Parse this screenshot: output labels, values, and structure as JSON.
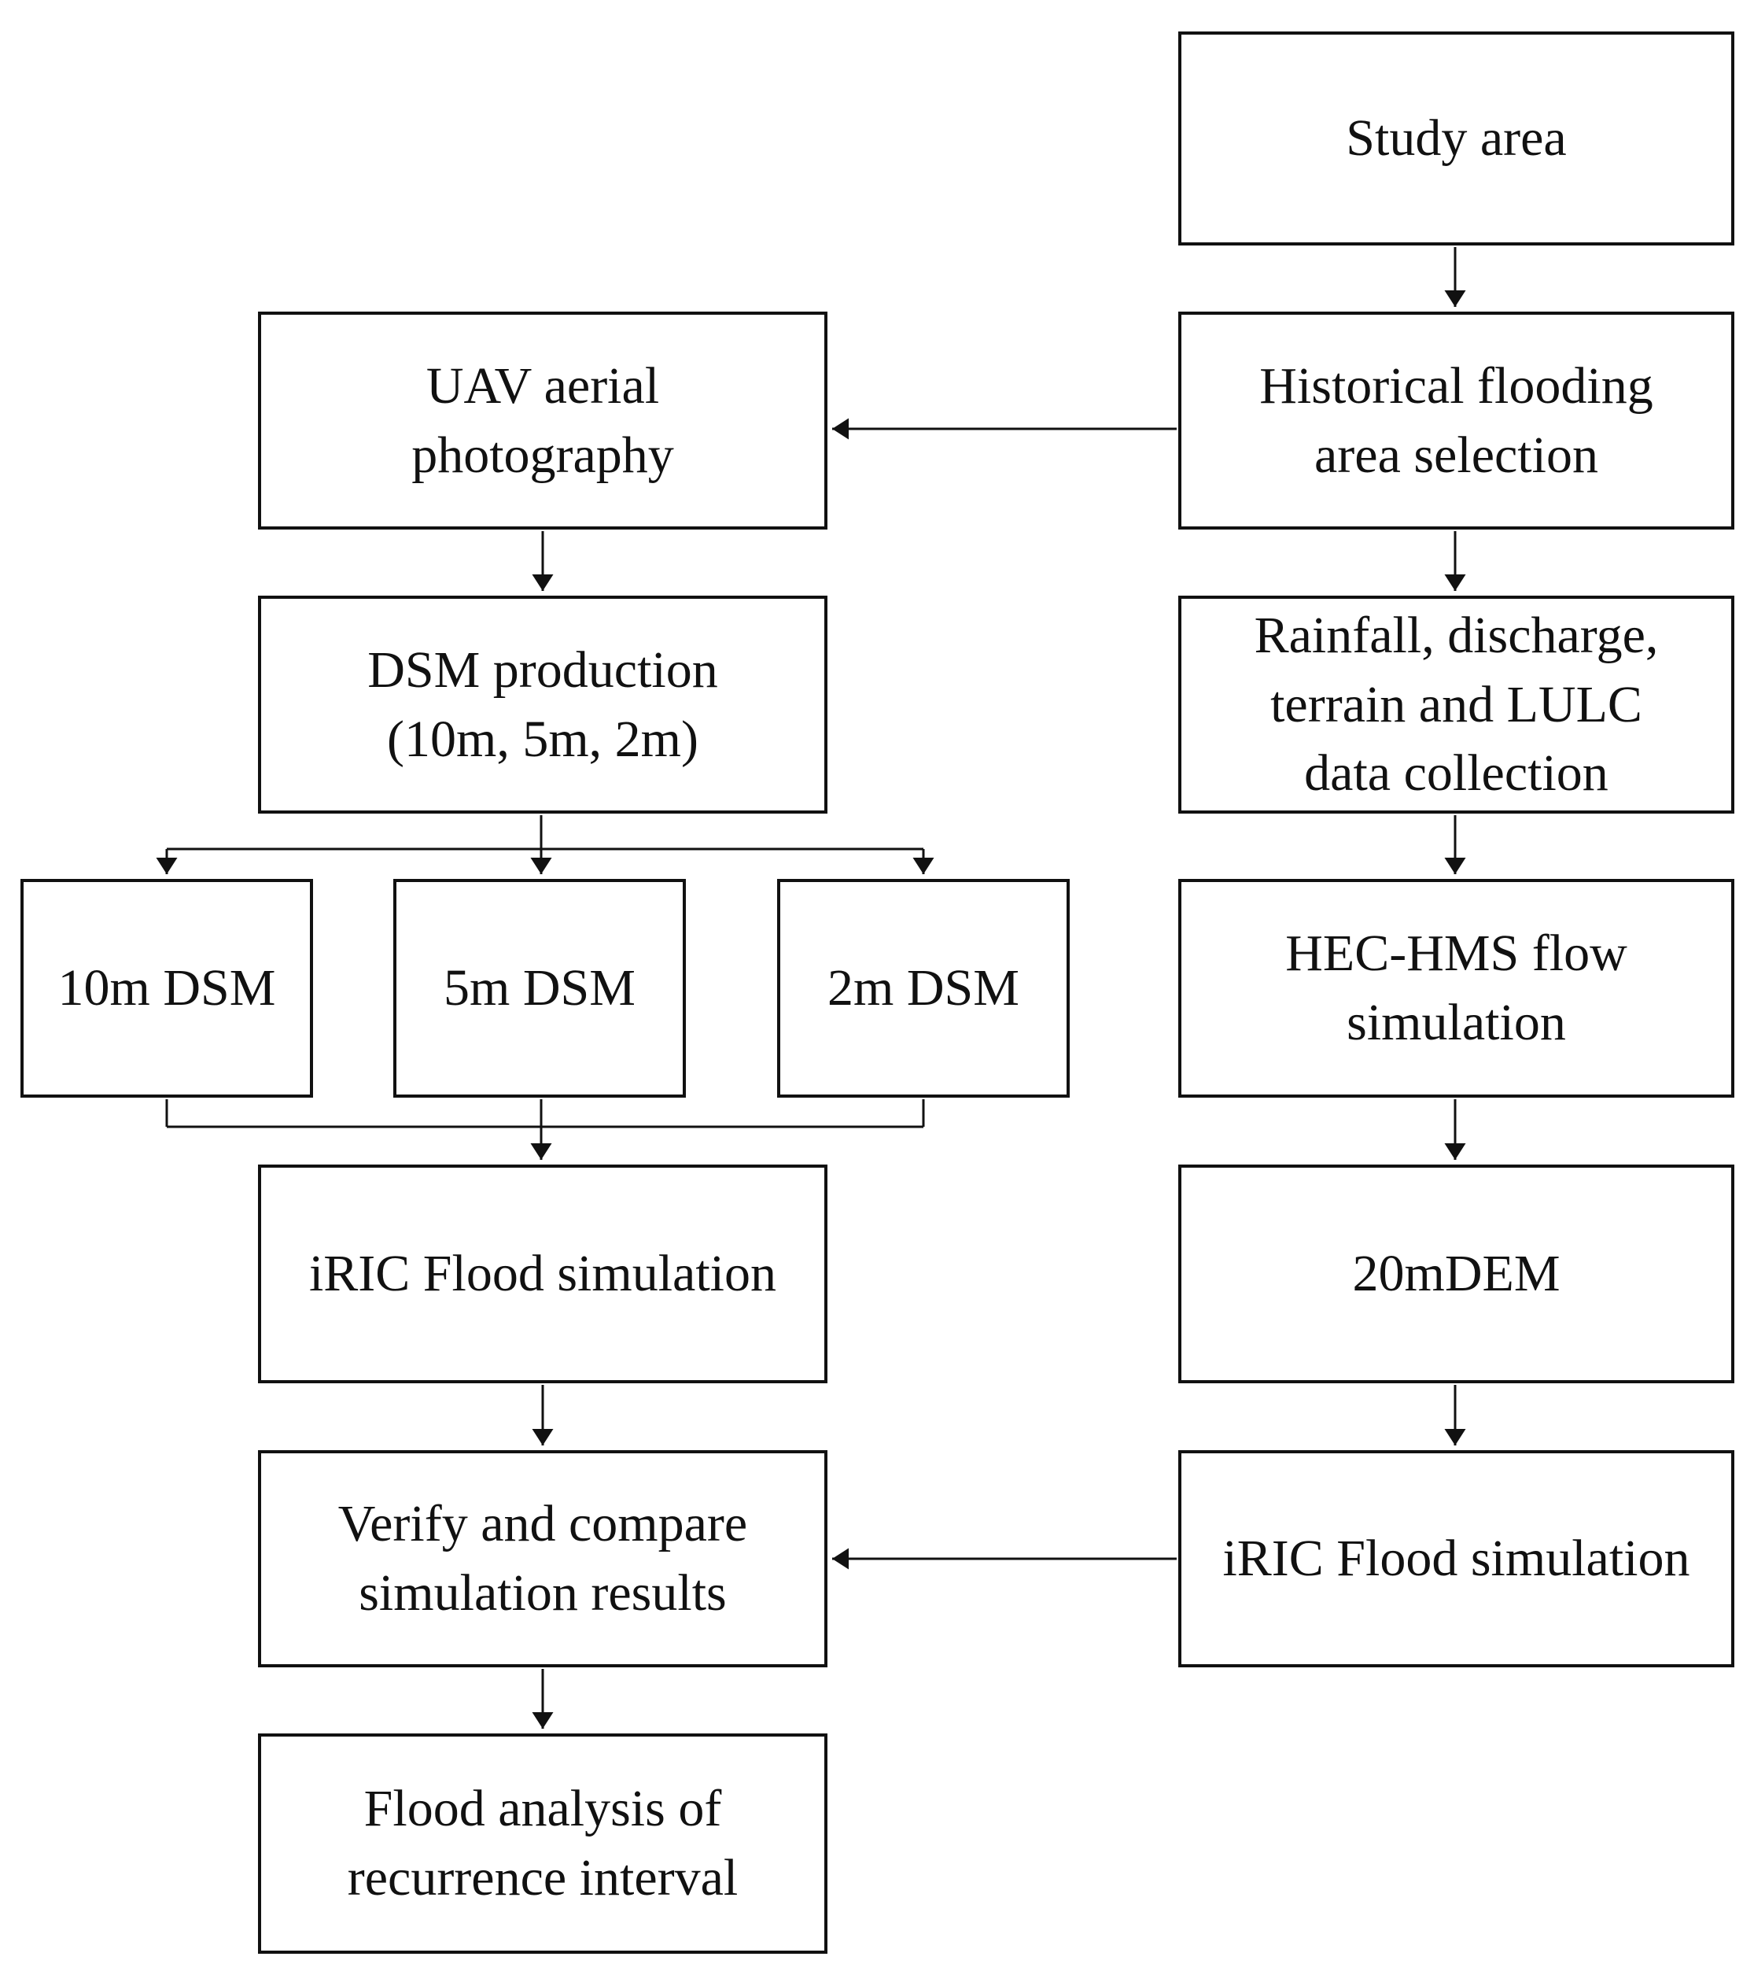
{
  "diagram": {
    "type": "flowchart",
    "colors": {
      "box_border": "#111111",
      "box_fill": "#ffffff",
      "text": "#111111",
      "arrow": "#111111"
    },
    "nodes": {
      "study_area": {
        "label": "Study area"
      },
      "uav": {
        "label": "UAV aerial\nphotography"
      },
      "historical": {
        "label": "Historical flooding\narea selection"
      },
      "dsm_production": {
        "label": "DSM production\n(10m, 5m, 2m)"
      },
      "rainfall": {
        "label": "Rainfall, discharge,\nterrain and LULC\ndata collection"
      },
      "dsm_10m": {
        "label": "10m DSM"
      },
      "dsm_5m": {
        "label": "5m DSM"
      },
      "dsm_2m": {
        "label": "2m DSM"
      },
      "hec_hms": {
        "label": "HEC-HMS flow\nsimulation"
      },
      "iric_left": {
        "label": "iRIC Flood simulation"
      },
      "dem_20m": {
        "label": "20mDEM"
      },
      "iric_right": {
        "label": "iRIC Flood simulation"
      },
      "verify": {
        "label": "Verify and compare\nsimulation results"
      },
      "flood_analysis": {
        "label": "Flood analysis of\nrecurrence interval"
      }
    },
    "edges": [
      {
        "from": "study_area",
        "to": "historical"
      },
      {
        "from": "historical",
        "to": "uav"
      },
      {
        "from": "historical",
        "to": "rainfall"
      },
      {
        "from": "uav",
        "to": "dsm_production"
      },
      {
        "from": "dsm_production",
        "to": "dsm_10m"
      },
      {
        "from": "dsm_production",
        "to": "dsm_5m"
      },
      {
        "from": "dsm_production",
        "to": "dsm_2m"
      },
      {
        "from": "dsm_10m",
        "to": "iric_left"
      },
      {
        "from": "dsm_5m",
        "to": "iric_left"
      },
      {
        "from": "dsm_2m",
        "to": "iric_left"
      },
      {
        "from": "rainfall",
        "to": "hec_hms"
      },
      {
        "from": "hec_hms",
        "to": "dem_20m"
      },
      {
        "from": "dem_20m",
        "to": "iric_right"
      },
      {
        "from": "iric_right",
        "to": "verify"
      },
      {
        "from": "iric_left",
        "to": "verify"
      },
      {
        "from": "verify",
        "to": "flood_analysis"
      }
    ]
  }
}
